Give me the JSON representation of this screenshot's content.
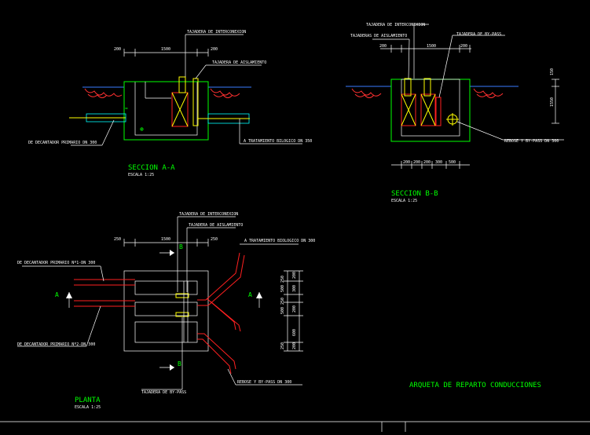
{
  "colors": {
    "background": "#000000",
    "lines": "#ffffff",
    "walls": "#00ff00",
    "pipes_red": "#ff2020",
    "pipes_yellow": "#ffff00",
    "ground_blue": "#3a7bff",
    "soil_red": "#ff3030",
    "pipe_fill": "#00ffff"
  },
  "drawing_title": "ARQUETA DE REPARTO CONDUCCIONES",
  "section_aa": {
    "title": "SECCION A-A",
    "scale": "ESCALA 1:25",
    "label_interconexion": "TAJADERA DE INTERCONEXION",
    "label_aislamiento": "TAJADERA DE AISLAMIENTO",
    "label_decantador": "DE DECANTADOR PRIMARIO DN 300",
    "label_tratamiento": "A TRATAMIENTO BILOGICO DN 350",
    "dim_left": "200",
    "dim_mid": "1500",
    "dim_right": "200"
  },
  "section_bb": {
    "title": "SECCION B-B",
    "scale": "ESCALA 1:25",
    "label_interconexion": "TAJADERA DE INTERCONEXION",
    "label_aislamiento": "TAJADERAS DE AISLAMIENTO",
    "label_bypass": "TAJADERA DE BY-PASS",
    "label_rebose": "REBOSE Y BY-PASS DN 300",
    "dim_left": "200",
    "dim_mid": "1500",
    "dim_right": "200",
    "dim_vert_top": "150",
    "dim_vert_main": "1550",
    "bottom_dims": [
      "200",
      "200",
      "200",
      "300",
      "500"
    ]
  },
  "planta": {
    "title": "PLANTA",
    "scale": "ESCALA 1:25",
    "label_interconexion": "TAJADERA DE INTERCONEXION",
    "label_aislamiento": "TAJADERA DE AISLAMIENTO",
    "label_tratamiento": "A TRATAMIENTO BIOLOGICO DN 300",
    "label_decantador1": "DE DECANTADOR PRIMARIO Nº1-DN 300",
    "label_decantador2": "DE DECANTADOR PRIMARIO Nº2-DN 300",
    "label_rebose": "REBOSE Y BY-PASS DN 300",
    "label_bypass": "TAJADERA DE BY-PASS",
    "dim_left": "250",
    "dim_mid": "1500",
    "dim_right": "250",
    "section_a": "A",
    "section_b": "B",
    "vert_dims_left": [
      "250",
      "500",
      "250",
      "500",
      "250"
    ],
    "vert_dims_right": [
      "200",
      "300",
      "200",
      "600",
      "200"
    ]
  }
}
